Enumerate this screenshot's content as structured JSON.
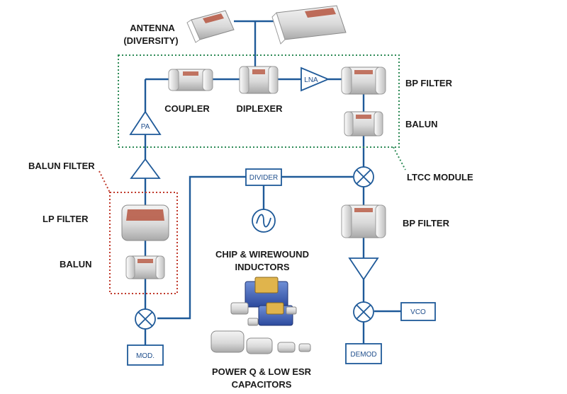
{
  "labels": {
    "antenna_line1": "ANTENNA",
    "antenna_line2": "(DIVERSITY)",
    "coupler": "COUPLER",
    "diplexer": "DIPLEXER",
    "bp_filter_top": "BP FILTER",
    "balun_top": "BALUN",
    "ltcc_module": "LTCC MODULE",
    "balun_filter": "BALUN FILTER",
    "lp_filter": "LP FILTER",
    "balun_left": "BALUN",
    "bp_filter_right": "BP FILTER",
    "chip_line1": "CHIP & WIREWOUND",
    "chip_line2": "INDUCTORS",
    "cap_line1": "POWER Q & LOW ESR",
    "cap_line2": "CAPACITORS"
  },
  "blocks": {
    "pa": "PA",
    "lna": "LNA",
    "divider": "DIVIDER",
    "vco": "VCO",
    "mod": "MOD.",
    "demod": "DEMOD"
  },
  "colors": {
    "wire": "#1f5a99",
    "module_border": "#2e8b57",
    "balun_filter_border": "#c0392b",
    "component_accent": "#b5553f"
  }
}
